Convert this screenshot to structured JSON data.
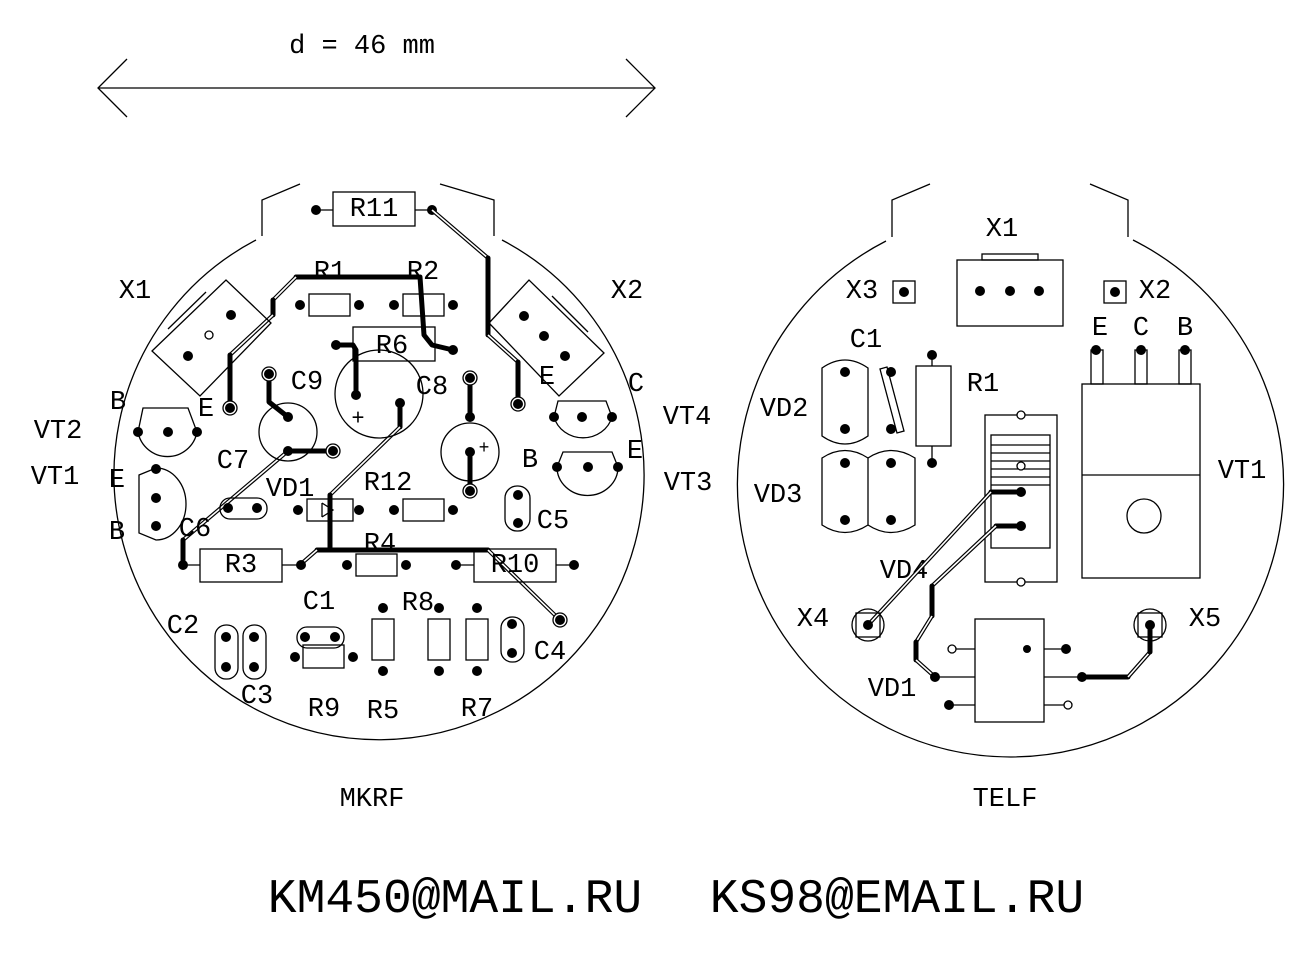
{
  "dimension": {
    "label": "d = 46 mm"
  },
  "boards": [
    {
      "name": "MKRF",
      "labels": {
        "R11": "R11",
        "R1": "R1",
        "R2": "R2",
        "R6": "R6",
        "X1": "X1",
        "X2": "X2",
        "C9": "C9",
        "C8": "C8",
        "C7": "C7",
        "VD1": "VD1",
        "R12": "R12",
        "VT2": "VT2",
        "VT1": "VT1",
        "VT4": "VT4",
        "VT3": "VT3",
        "B1": "B",
        "E1": "E",
        "E2": "E",
        "B2": "B",
        "E3": "E",
        "C_vt4": "C",
        "E4": "E",
        "B3": "B",
        "C6": "C6",
        "C5": "C5",
        "R3": "R3",
        "R4": "R4",
        "R10": "R10",
        "R8": "R8",
        "C1": "C1",
        "C2": "C2",
        "C3": "C3",
        "C4": "C4",
        "R9": "R9",
        "R5": "R5",
        "R7": "R7"
      }
    },
    {
      "name": "TELF",
      "labels": {
        "X1": "X1",
        "X3": "X3",
        "X2": "X2",
        "C1": "C1",
        "R1": "R1",
        "E": "E",
        "C": "C",
        "B": "B",
        "VD2": "VD2",
        "VD3": "VD3",
        "VD4": "VD4",
        "VT1": "VT1",
        "X4": "X4",
        "X5": "X5",
        "VD1": "VD1"
      }
    }
  ],
  "footer": {
    "email1": "KM450@MAIL.RU",
    "email2": "KS98@EMAIL.RU"
  }
}
